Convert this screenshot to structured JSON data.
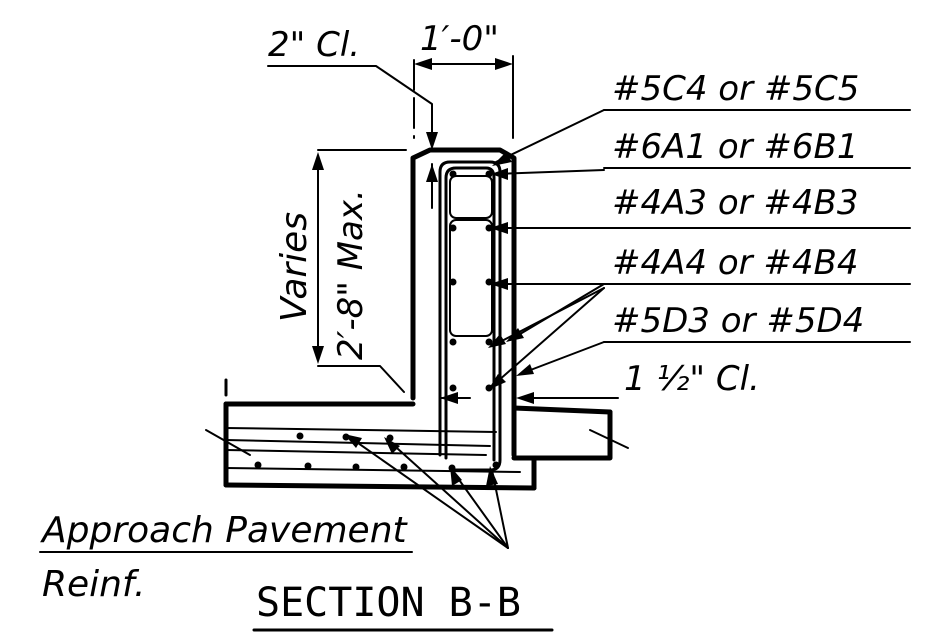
{
  "title": "SECTION B-B",
  "dimensions": {
    "clear_top": "2\" Cl.",
    "width": "1′-0\"",
    "height_main": "Varies",
    "height_max": "2′-8\" Max.",
    "clear_side": "1 ½\" Cl."
  },
  "callouts": [
    "#5C4  or  #5C5",
    "#6A1  or  #6B1",
    "#4A3  or  #4B3",
    "#4A4  or  #4B4",
    "#5D3  or  #5D4"
  ],
  "pavement_label": {
    "line1": "Approach  Pavement",
    "line2": "Reinf."
  }
}
